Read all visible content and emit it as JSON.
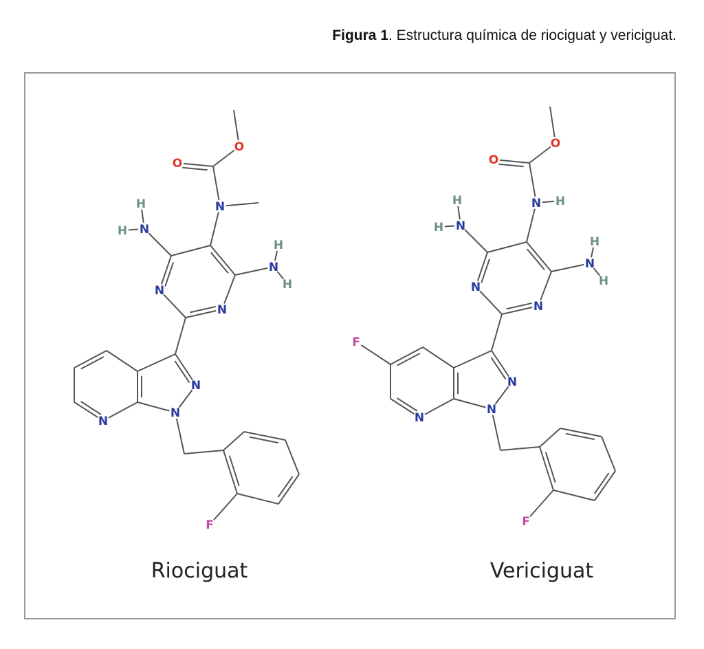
{
  "caption": {
    "label": "Figura 1",
    "text": ". Estructura química de riociguat y vericiguat."
  },
  "colors": {
    "N": "#2a3b9e",
    "O": "#e0352b",
    "H": "#6e8f8a",
    "F": "#c24ba6",
    "bond": "#555555"
  },
  "molecules": [
    {
      "name": "Riociguat",
      "atoms": [
        "",
        "O",
        "",
        "O",
        "N",
        "",
        "",
        "",
        "N",
        "",
        "N",
        "",
        "N",
        "H",
        "H",
        "N",
        "H",
        "H",
        "",
        "N",
        "N",
        "",
        "",
        "",
        "",
        "",
        "N",
        "",
        "",
        "",
        "",
        "",
        "",
        "",
        "F"
      ]
    },
    {
      "name": "Vericiguat",
      "atoms": [
        "",
        "O",
        "",
        "O",
        "N",
        "H",
        "",
        "",
        "N",
        "",
        "N",
        "",
        "N",
        "H",
        "H",
        "N",
        "H",
        "H",
        "",
        "N",
        "N",
        "",
        "",
        "",
        "",
        "",
        "N",
        "",
        "",
        "",
        "",
        "",
        "",
        "",
        "F",
        "F"
      ]
    }
  ]
}
